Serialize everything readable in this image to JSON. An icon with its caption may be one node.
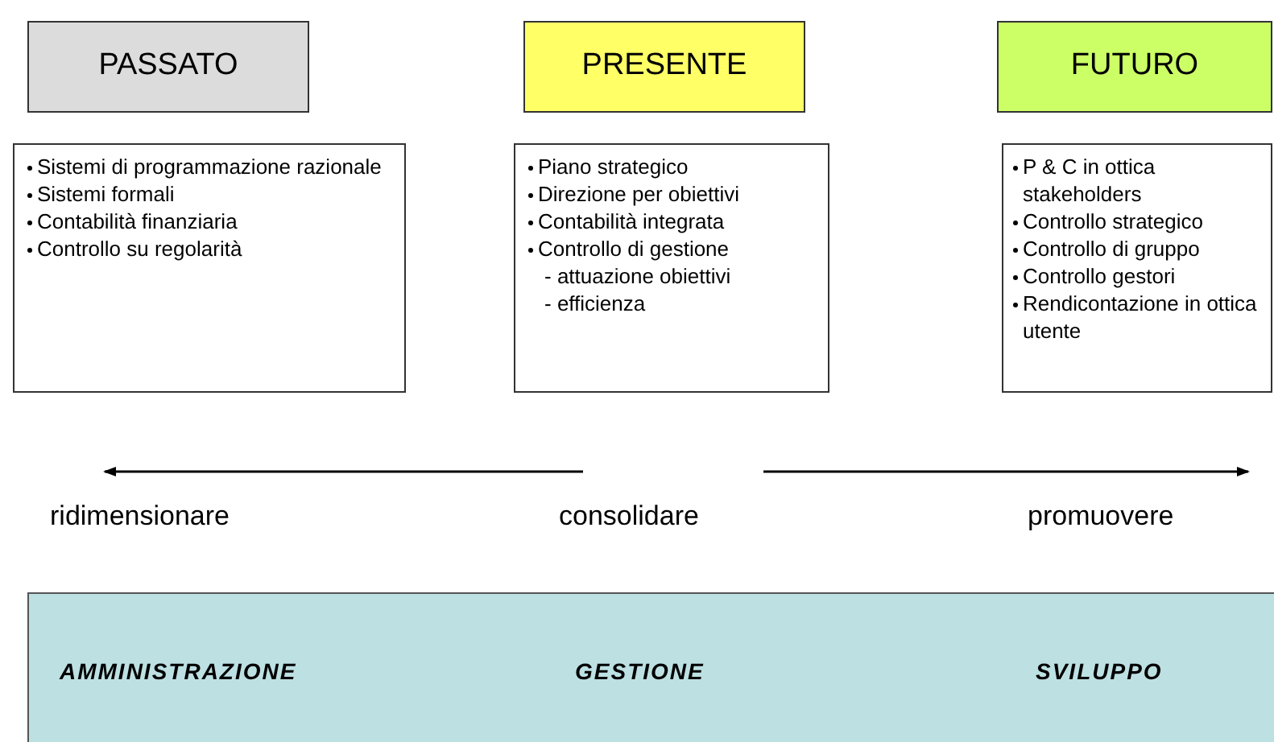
{
  "diagram": {
    "nodes": [
      {
        "text": [
          "PASSATO"
        ]
      },
      {
        "text": [
          "Sistemi di programmazione razionale",
          "Sistemi formali",
          "Contabilità finanziaria",
          "Controllo su regolarità"
        ]
      },
      {
        "text": [
          "PRESENTE"
        ]
      },
      {
        "text": [
          "Piano strategico",
          "Direzione per obiettivi",
          "Contabilità integrata",
          "Controllo di gestione",
          "- attuazione obiettivi",
          "- efficienza"
        ]
      },
      {
        "text": [
          "FUTURO"
        ]
      },
      {
        "text": [
          "P & C in ottica stakeholders",
          "Controllo strategico",
          "Controllo di gruppo",
          "Controllo gestori",
          "Rendicontazione in ottica utente"
        ]
      },
      {
        "text": [
          "AMMINISTRAZIONE",
          "GESTIONE",
          "SVILUPPO"
        ]
      }
    ],
    "labels": [
      "ridimensionare",
      "consolidare",
      "promuovere"
    ]
  }
}
